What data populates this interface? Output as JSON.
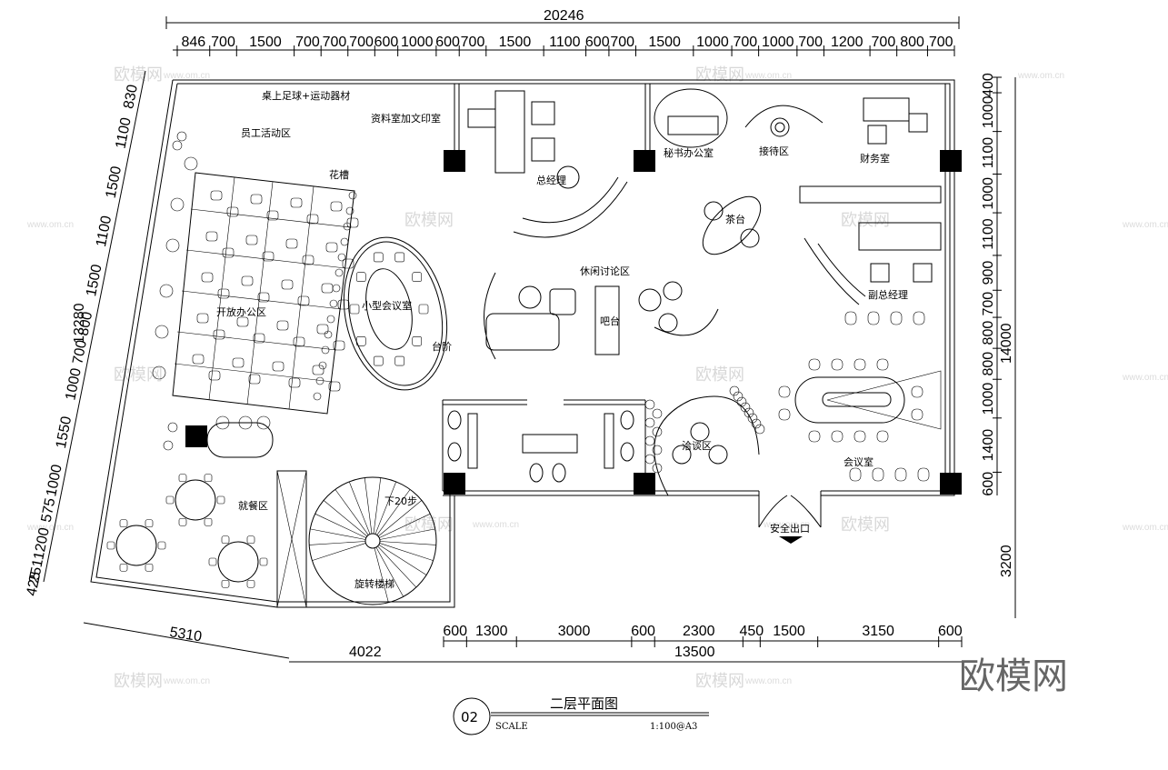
{
  "drawing": {
    "title": "二层平面图",
    "number": "02",
    "scale_label": "SCALE",
    "scale_value": "1:100@A3"
  },
  "brand": "欧模网",
  "watermark": {
    "logo": "欧模网",
    "url": "www.om.cn"
  },
  "dimensions": {
    "overall_top": "20246",
    "top_segments": [
      "846",
      "700",
      "1500",
      "700",
      "700",
      "700",
      "600",
      "1000",
      "600",
      "700",
      "1500",
      "1100",
      "600",
      "700",
      "1500",
      "1000",
      "700",
      "1000",
      "700",
      "1200",
      "700",
      "800",
      "700"
    ],
    "left_total": "13280",
    "left_segments": [
      "830",
      "1100",
      "1500",
      "1100",
      "1500",
      "800",
      "700",
      "1000",
      "1550",
      "1000",
      "575",
      "1200",
      "251",
      "425"
    ],
    "right_segments": [
      "400",
      "1000",
      "1100",
      "1000",
      "1100",
      "900",
      "700",
      "800",
      "800",
      "1000",
      "1400",
      "600"
    ],
    "right_total": "14000",
    "right_extra": "3200",
    "bottom_segments": [
      "600",
      "1300",
      "3000",
      "600",
      "2300",
      "450",
      "1500",
      "3150",
      "600"
    ],
    "bottom_total": "13500",
    "bottom_left_a": "5310",
    "bottom_left_b": "4022"
  },
  "rooms": [
    {
      "id": "game",
      "label": "桌上足球+运动器材"
    },
    {
      "id": "print",
      "label": "资料室加文印室"
    },
    {
      "id": "staff",
      "label": "员工活动区"
    },
    {
      "id": "planter",
      "label": "花槽"
    },
    {
      "id": "gm",
      "label": "总经理"
    },
    {
      "id": "secretary",
      "label": "秘书办公室"
    },
    {
      "id": "reception",
      "label": "接待区"
    },
    {
      "id": "finance",
      "label": "财务室"
    },
    {
      "id": "tea",
      "label": "茶台"
    },
    {
      "id": "small_meeting",
      "label": "小型会议室"
    },
    {
      "id": "leisure",
      "label": "休闲讨论区"
    },
    {
      "id": "bar",
      "label": "吧台"
    },
    {
      "id": "vice_gm",
      "label": "副总经理"
    },
    {
      "id": "open_office",
      "label": "开放办公区"
    },
    {
      "id": "steps",
      "label": "台阶"
    },
    {
      "id": "negotiation",
      "label": "洽谈区"
    },
    {
      "id": "conference",
      "label": "会议室"
    },
    {
      "id": "dining",
      "label": "就餐区"
    },
    {
      "id": "down",
      "label": "下20步"
    },
    {
      "id": "spiral",
      "label": "旋转楼梯"
    },
    {
      "id": "exit",
      "label": "安全出口"
    }
  ]
}
